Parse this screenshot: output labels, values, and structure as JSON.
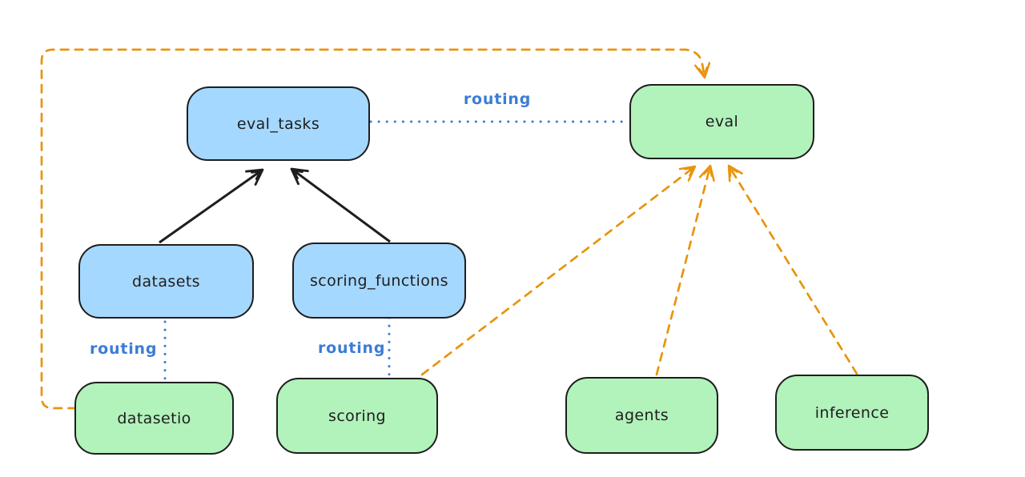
{
  "diagram": {
    "description": "Routing diagram linking registry resources to API providers",
    "colors": {
      "node_fill_blue": "#a5d8ff",
      "node_fill_green": "#b2f2bb",
      "node_border": "#1e1e1e",
      "solid_arrow": "#1e1e1e",
      "routing_blue": "#3b7cd5",
      "provider_orange": "#e8940d",
      "background": "#ffffff"
    },
    "nodes": [
      {
        "id": "eval_tasks",
        "label": "eval_tasks",
        "fill": "blue"
      },
      {
        "id": "eval",
        "label": "eval",
        "fill": "green"
      },
      {
        "id": "datasets",
        "label": "datasets",
        "fill": "blue"
      },
      {
        "id": "scoring_functions",
        "label": "scoring_functions",
        "fill": "blue"
      },
      {
        "id": "datasetio",
        "label": "datasetio",
        "fill": "green"
      },
      {
        "id": "scoring",
        "label": "scoring",
        "fill": "green"
      },
      {
        "id": "agents",
        "label": "agents",
        "fill": "green"
      },
      {
        "id": "inference",
        "label": "inference",
        "fill": "green"
      }
    ],
    "edge_labels": [
      {
        "id": "routing-top",
        "text": "routing"
      },
      {
        "id": "routing-datasets",
        "text": "routing"
      },
      {
        "id": "routing-scoring",
        "text": "routing"
      }
    ],
    "edges": [
      {
        "from": "datasets",
        "to": "eval_tasks",
        "style": "solid-arrow",
        "color": "black"
      },
      {
        "from": "scoring_functions",
        "to": "eval_tasks",
        "style": "solid-arrow",
        "color": "black"
      },
      {
        "from": "eval_tasks",
        "to": "eval",
        "style": "dotted-line",
        "color": "blue",
        "label": "routing"
      },
      {
        "from": "datasets",
        "to": "datasetio",
        "style": "dotted-line",
        "color": "blue",
        "label": "routing"
      },
      {
        "from": "scoring_functions",
        "to": "scoring",
        "style": "dotted-line",
        "color": "blue",
        "label": "routing"
      },
      {
        "from": "datasetio",
        "to": "eval",
        "style": "dashed-arrow",
        "color": "orange"
      },
      {
        "from": "scoring",
        "to": "eval",
        "style": "dashed-arrow",
        "color": "orange"
      },
      {
        "from": "agents",
        "to": "eval",
        "style": "dashed-arrow",
        "color": "orange"
      },
      {
        "from": "inference",
        "to": "eval",
        "style": "dashed-arrow",
        "color": "orange"
      }
    ]
  }
}
